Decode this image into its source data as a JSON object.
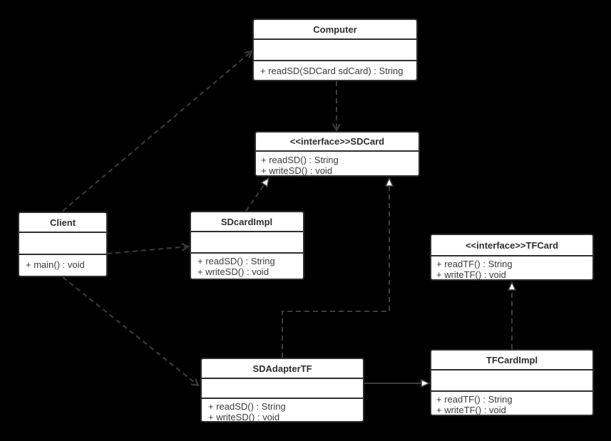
{
  "diagram": {
    "kind": "uml-class-diagram",
    "pattern": "Adapter pattern (SDCard / TFCard)",
    "colors": {
      "background": "#000000",
      "box_fill": "#ffffff",
      "box_border": "#2e2e2e",
      "line": "#3d3d3d",
      "title_text": "#2f2f2f",
      "method_text": "#3b3b3b"
    }
  },
  "classes": {
    "computer": {
      "name": "Computer",
      "attributes": [],
      "methods": [
        "+ readSD(SDCard sdCard) : String"
      ]
    },
    "sdcard": {
      "name": "<<interface>>SDCard",
      "attributes": [],
      "methods": [
        "+ readSD() : String",
        "+ writeSD() : void"
      ]
    },
    "client": {
      "name": "Client",
      "attributes": [],
      "methods": [
        "+ main() : void"
      ]
    },
    "sdcardimpl": {
      "name": "SDcardImpl",
      "attributes": [],
      "methods": [
        "+ readSD() : String",
        "+ writeSD() : void"
      ]
    },
    "tfcard": {
      "name": "<<interface>>TFCard",
      "attributes": [],
      "methods": [
        "+ readTF() : String",
        "+ writeTF() : void"
      ]
    },
    "sdadaptertf": {
      "name": "SDAdapterTF",
      "attributes": [],
      "methods": [
        "+ readSD() : String",
        "+ writeSD() : void"
      ]
    },
    "tfcardimpl": {
      "name": "TFCardImpl",
      "attributes": [],
      "methods": [
        "+ readTF() : String",
        "+ writeTF() : void"
      ]
    }
  },
  "relationships": [
    {
      "from": "Client",
      "to": "Computer",
      "type": "dependency",
      "line": "dashed",
      "arrowhead": "open"
    },
    {
      "from": "Computer",
      "to": "SDCard",
      "type": "dependency",
      "line": "dashed",
      "arrowhead": "open"
    },
    {
      "from": "Client",
      "to": "SDcardImpl",
      "type": "dependency",
      "line": "dashed",
      "arrowhead": "open"
    },
    {
      "from": "Client",
      "to": "SDAdapterTF",
      "type": "dependency",
      "line": "dashed",
      "arrowhead": "open"
    },
    {
      "from": "SDcardImpl",
      "to": "SDCard",
      "type": "realization",
      "line": "dashed",
      "arrowhead": "hollow-triangle"
    },
    {
      "from": "SDAdapterTF",
      "to": "SDCard",
      "type": "realization",
      "line": "dashed",
      "arrowhead": "hollow-triangle"
    },
    {
      "from": "TFCardImpl",
      "to": "TFCard",
      "type": "realization",
      "line": "dashed",
      "arrowhead": "hollow-triangle"
    },
    {
      "from": "SDAdapterTF",
      "to": "TFCardImpl",
      "type": "generalization",
      "line": "solid",
      "arrowhead": "hollow-triangle"
    }
  ]
}
